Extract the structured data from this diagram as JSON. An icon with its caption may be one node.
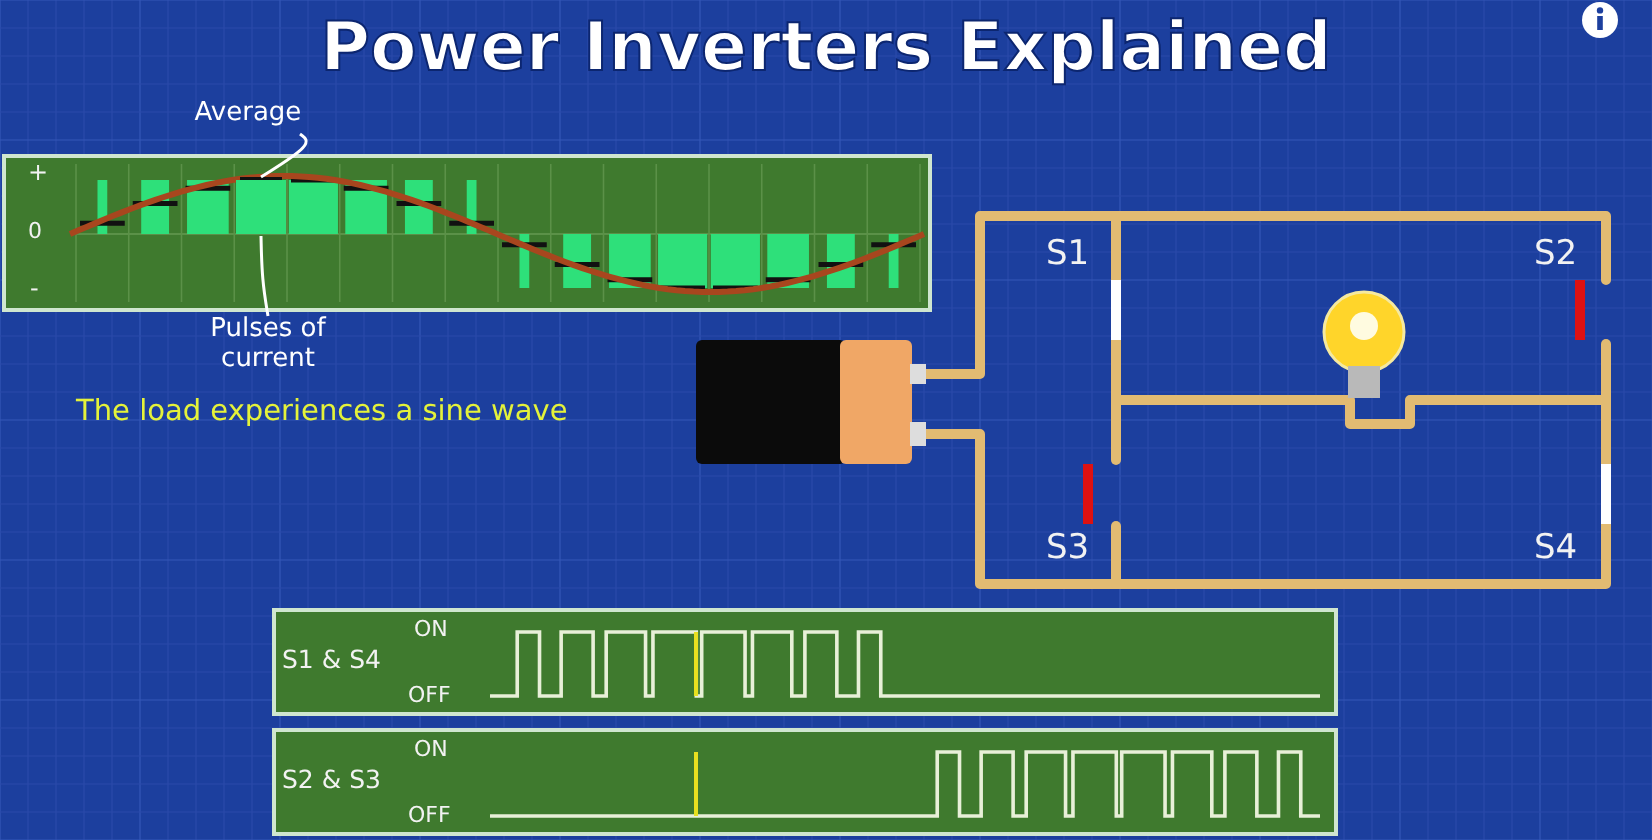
{
  "diagram": {
    "title": "Power Inverters Explained",
    "nodes": [
      {
        "text": [
          "Average"
        ]
      },
      {
        "text": [
          "Pulses of current"
        ]
      },
      {
        "text": [],
        "shape": "bar"
      },
      {
        "text": [],
        "shape": "bar"
      }
    ],
    "edges": [
      {
        "from": 0,
        "to": 2,
        "arrow": "none"
      },
      {
        "from": 1,
        "to": 3,
        "arrow": "none"
      }
    ],
    "labels": [
      "+",
      "0",
      "-",
      "The load experiences a sine wave",
      "S1",
      "S2",
      "S3",
      "S4",
      "S1 & S4",
      "ON",
      "OFF",
      "S2 & S3",
      "ON",
      "OFF"
    ]
  }
}
